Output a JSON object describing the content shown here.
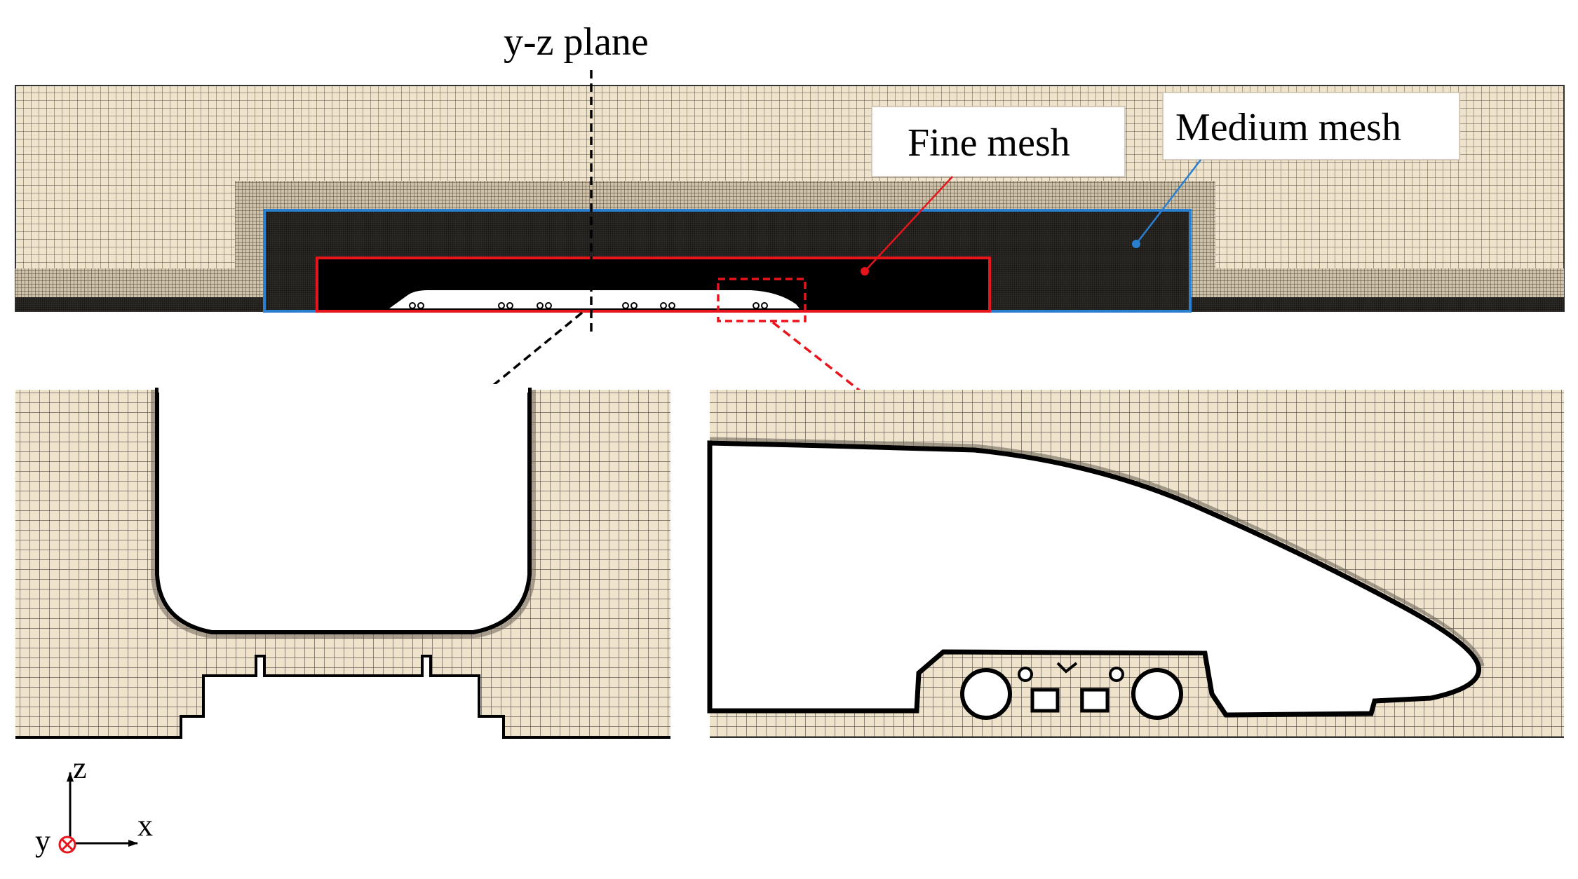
{
  "labels": {
    "plane": "y-z plane",
    "fine": "Fine mesh",
    "medium": "Medium mesh"
  },
  "axes": {
    "z": "z",
    "x": "x",
    "y": "y"
  },
  "colors": {
    "mesh_fill": "#efe3cc",
    "mesh_line": "#5a5247",
    "fine_region": "#000000",
    "fine_box": "#e8141c",
    "medium_box": "#2a7fcf",
    "axis_y_marker": "#e8141c"
  }
}
